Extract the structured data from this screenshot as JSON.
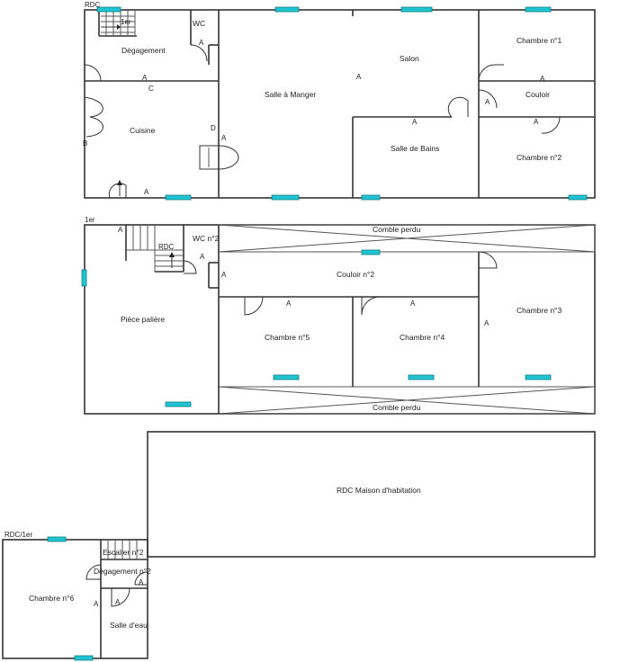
{
  "levels": {
    "rdc": "RDC",
    "first": "1er",
    "annex": "RDC/1er",
    "stair_up": "1er",
    "stair_down": "RDC"
  },
  "rooms": {
    "degagement": "Dégagement",
    "wc": "WC",
    "cuisine": "Cuisine",
    "salle_a_manger": "Salle à Manger",
    "salon": "Salon",
    "salle_de_bains": "Salle de Bains",
    "chambre1": "Chambre n°1",
    "couloir": "Couloir",
    "chambre2": "Chambre n°2",
    "comble_top": "Comble perdu",
    "comble_bottom": "Comble perdu",
    "wc2": "WC n°2",
    "couloir2": "Couloir n°2",
    "piece_paliere": "Pièce palière",
    "chambre3": "Chambre n°3",
    "chambre4": "Chambre n°4",
    "chambre5": "Chambre n°5",
    "rdc_maison": "RDC Maison d'habitation",
    "chambre6": "Chambre n°6",
    "escalier2": "Escalier n°2",
    "degagement2": "Dégagement n°2",
    "salle_deau": "Salle d'eau"
  },
  "marks": {
    "a": "A",
    "b": "B",
    "c": "C",
    "d": "D"
  }
}
